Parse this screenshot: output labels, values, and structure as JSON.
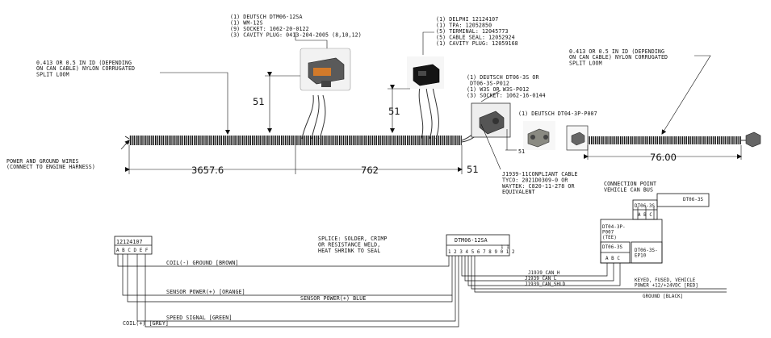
{
  "callouts": {
    "dtm06_lines": [
      "(1) DEUTSCH DTM06-12SA",
      "(1) WM-12S",
      "(9) SOCKET: 1062-20-0122",
      "(3) CAVITY PLUG: 0413-204-2005 (8,10,12)"
    ],
    "delphi_lines": [
      "(1) DELPHI 12124107",
      "(1) TPA: 12052850",
      "(5) TERMINAL: 12045773",
      "(5) CABLE SEAL: 12052924",
      "(1) CAVITY PLUG: 12059168"
    ],
    "dt06_lines": [
      "(1) DEUTSCH DT06-3S OR",
      "    DT06-3S-P012",
      "(1) W3S OR W3S-P012",
      "(3) SOCKET: 1062-16-0144"
    ],
    "dt04": "(1) DEUTSCH DT04-3P-P007",
    "loom_left": [
      "0.413 OR 0.5 IN ID (DEPENDING",
      "ON CAN CABLE) NYLON CORRUGATED",
      "SPLIT LOOM"
    ],
    "loom_right": [
      "0.413 OR 0.5 IN ID (DEPENDING",
      "ON CAN CABLE) NYLON CORRUGATED",
      "SPLIT LOOM"
    ],
    "power_ground": [
      "POWER AND GROUND WIRES",
      "(CONNECT TO ENGINE HARNESS)"
    ],
    "j1939": [
      "J1939-11CONPLIANT CABLE",
      "TYCO: 2021D0309-0 OR",
      "WAYTEK: C820-11-278 OR",
      "EQUIVALENT"
    ],
    "connection_point": [
      "CONNECTION POINT",
      "VEHICLE CAN BUS"
    ],
    "splice": [
      "SPLICE: SOLDER, CRIMP",
      "OR RESISTANCE WELD,",
      "HEAT SHRINK TO SEAL"
    ]
  },
  "dimensions": {
    "d1": "51",
    "d2": "51",
    "d3": "51",
    "d4": "51",
    "len_main": "3657.6",
    "len_mid": "762",
    "len_right": "76.00"
  },
  "schematic": {
    "delphi_title": "12124107",
    "delphi_pins": "A B C D E F",
    "dtm_title": "DTM06-12SA",
    "dtm_pins": "1 2 3 4 5 6 7 8 9 0 1 2",
    "dtm_11": "1 1",
    "dt06_title": "DT06-3S",
    "dt06_pins": "A B C",
    "dt06_top": "DT06-3S",
    "dt06_top_pins": "A B C",
    "dt04_lines": [
      "DT04-3P-",
      "P007",
      "(TEE)"
    ],
    "dt06_lower": "DT06-3S",
    "dt06_lower_pins": "A B C",
    "dt06_ep10": [
      "DT06-3S-",
      "EP10"
    ],
    "dt06_far": "DT06-3S",
    "wires": {
      "coil_ground": "COIL(-) GROUND [BROWN]",
      "sensor_power_orange": "SENSOR POWER(+) [ORANGE]",
      "sensor_power_blue": "SENSOR POWER(+) BLUE",
      "speed_signal": "SPEED SIGNAL [GREEN]",
      "coil_plus": "COIL(+) [GREY]",
      "can_h": "J1939_CAN_H",
      "can_l": "J1939_CAN_L",
      "can_shld": "J1939_CAN_SHLD",
      "keyed": [
        "KEYED, FUSED, VEHICLE",
        "POWER +12/+24VDC [RED]"
      ],
      "ground": "GROUND [BLACK]"
    }
  }
}
